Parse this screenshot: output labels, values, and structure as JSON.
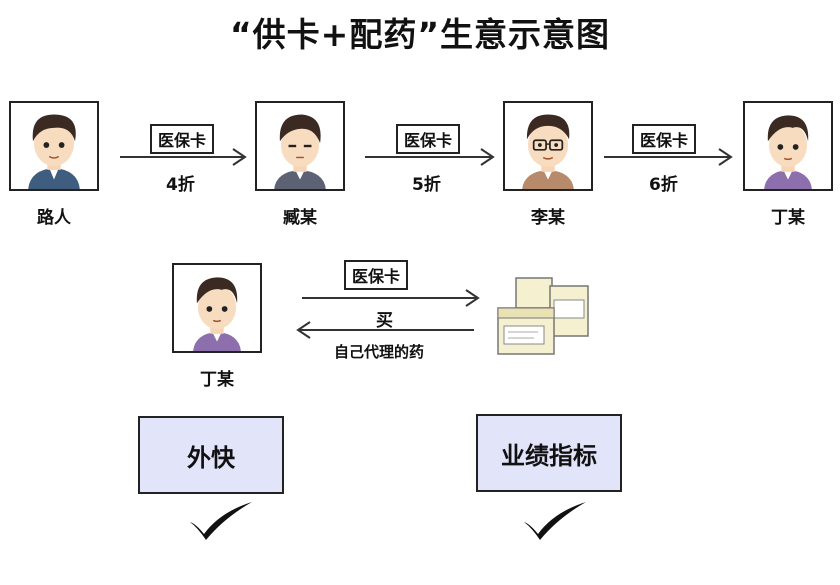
{
  "title": "“供卡+配药”生意示意图",
  "people": {
    "p1": "路人",
    "p2": "臧某",
    "p3": "李某",
    "p4": "丁某",
    "p5": "丁某"
  },
  "flow": {
    "card_label": "医保卡",
    "rate1": "4折",
    "rate2": "5折",
    "rate3": "6折",
    "buy": "买",
    "own_drugs": "自己代理的药"
  },
  "boxes": {
    "left": "外快",
    "right": "业绩指标"
  },
  "colors": {
    "box_fill": "#e2e4fa",
    "medicine_box": "#f5f0cf"
  }
}
